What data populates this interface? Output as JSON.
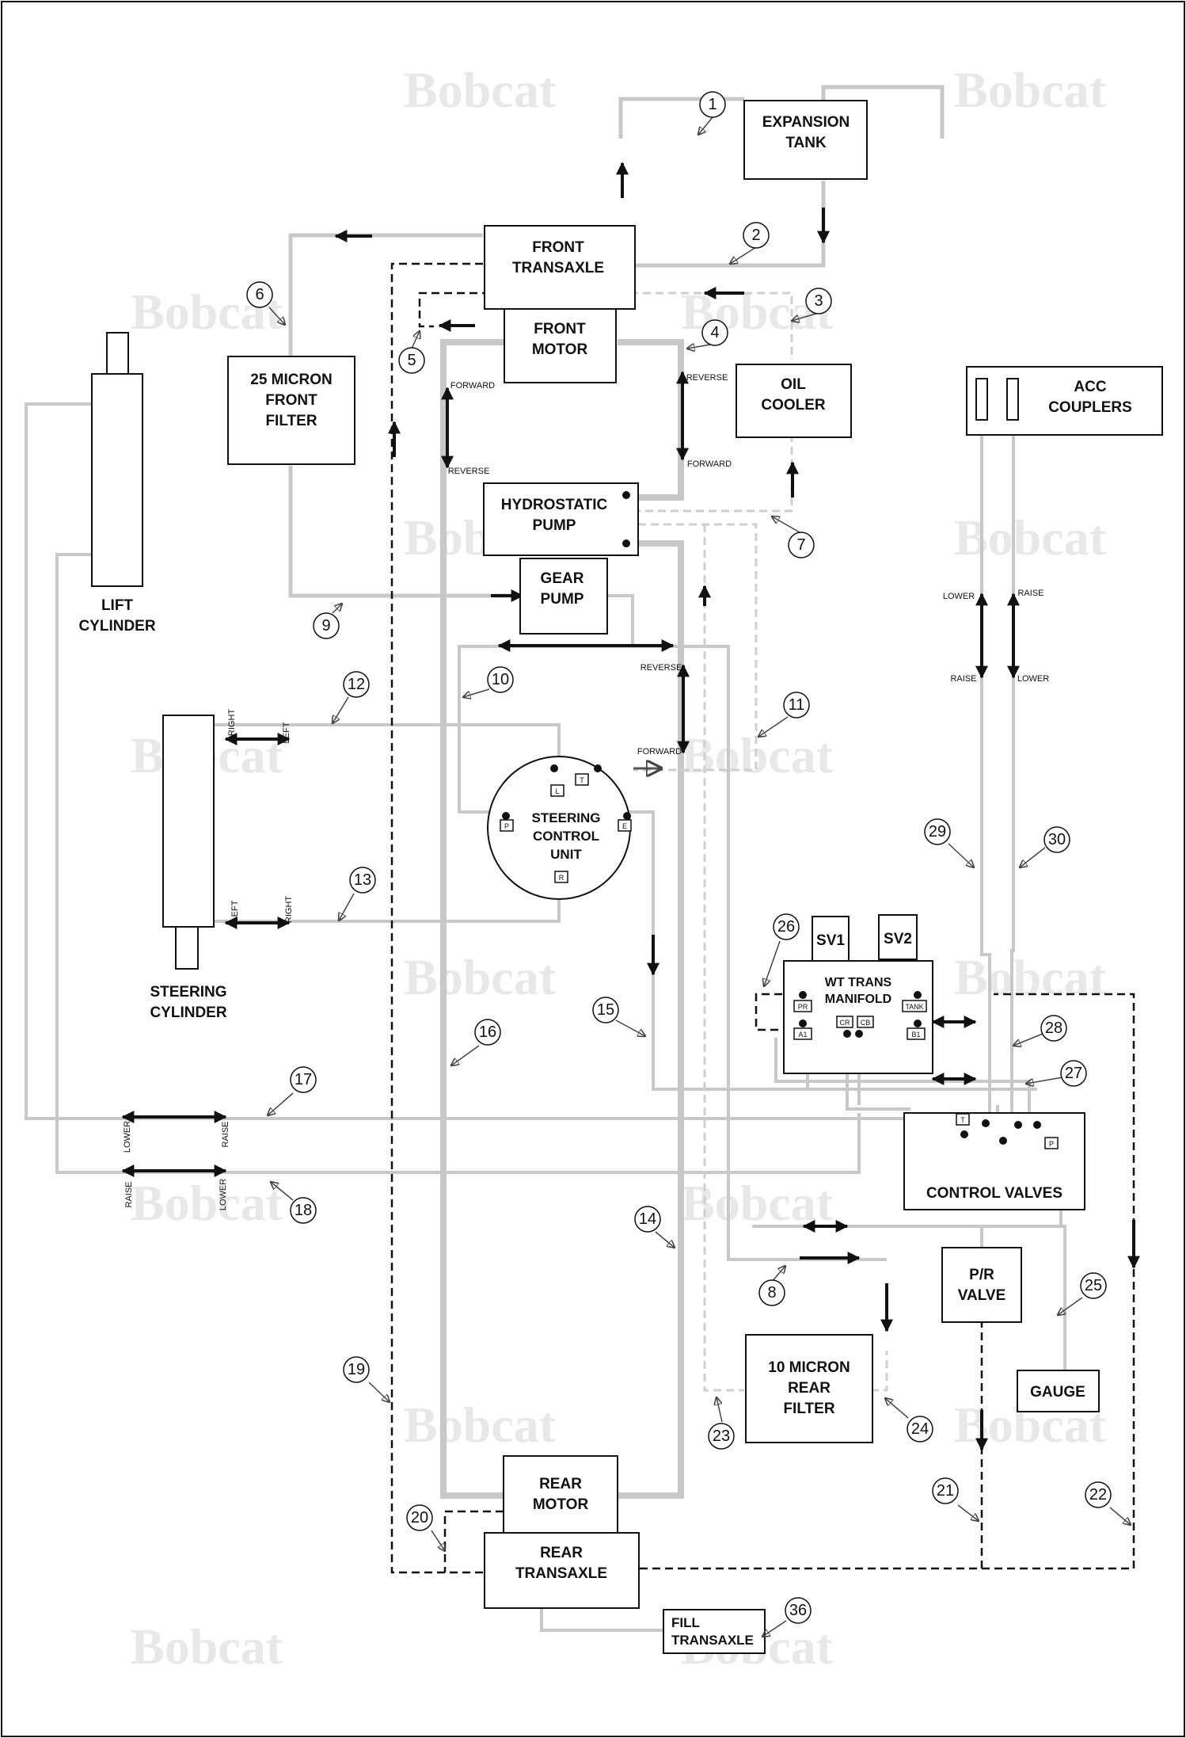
{
  "watermark": "Bobcat",
  "components": {
    "expansion_tank": [
      "EXPANSION",
      "TANK"
    ],
    "front_transaxle": [
      "FRONT",
      "TRANSAXLE"
    ],
    "front_motor": [
      "FRONT",
      "MOTOR"
    ],
    "oil_cooler": [
      "OIL",
      "COOLER"
    ],
    "front_filter": [
      "25 MICRON",
      "FRONT",
      "FILTER"
    ],
    "hydrostatic_pump": [
      "HYDROSTATIC",
      "PUMP"
    ],
    "gear_pump": [
      "GEAR",
      "PUMP"
    ],
    "acc_couplers": [
      "ACC",
      "COUPLERS"
    ],
    "lift_cylinder": [
      "LIFT",
      "CYLINDER"
    ],
    "steering_cylinder": [
      "STEERING",
      "CYLINDER"
    ],
    "steering_control_unit": [
      "STEERING",
      "CONTROL",
      "UNIT"
    ],
    "wt_trans_manifold": [
      "WT TRANS",
      "MANIFOLD"
    ],
    "sv1": "SV1",
    "sv2": "SV2",
    "control_valves": "CONTROL VALVES",
    "pr_valve": [
      "P/R",
      "VALVE"
    ],
    "gauge": "GAUGE",
    "rear_filter": [
      "10 MICRON",
      "REAR",
      "FILTER"
    ],
    "rear_motor": [
      "REAR",
      "MOTOR"
    ],
    "rear_transaxle": [
      "REAR",
      "TRANSAXLE"
    ],
    "fill_transaxle": [
      "FILL",
      "TRANSAXLE"
    ]
  },
  "ports": {
    "scu": [
      "L",
      "T",
      "P",
      "E",
      "R"
    ],
    "manifold": [
      "PR",
      "TANK",
      "A1",
      "CR",
      "CB",
      "B1"
    ],
    "control_valves": [
      "T",
      "P"
    ]
  },
  "direction_labels": {
    "forward": "FORWARD",
    "reverse": "REVERSE",
    "right": "RIGHT",
    "left": "LEFT",
    "lower": "LOWER",
    "raise": "RAISE"
  },
  "callouts": [
    "1",
    "2",
    "3",
    "4",
    "5",
    "6",
    "7",
    "8",
    "9",
    "10",
    "11",
    "12",
    "13",
    "14",
    "15",
    "16",
    "17",
    "18",
    "19",
    "20",
    "21",
    "22",
    "23",
    "24",
    "25",
    "26",
    "27",
    "28",
    "29",
    "30",
    "36"
  ]
}
